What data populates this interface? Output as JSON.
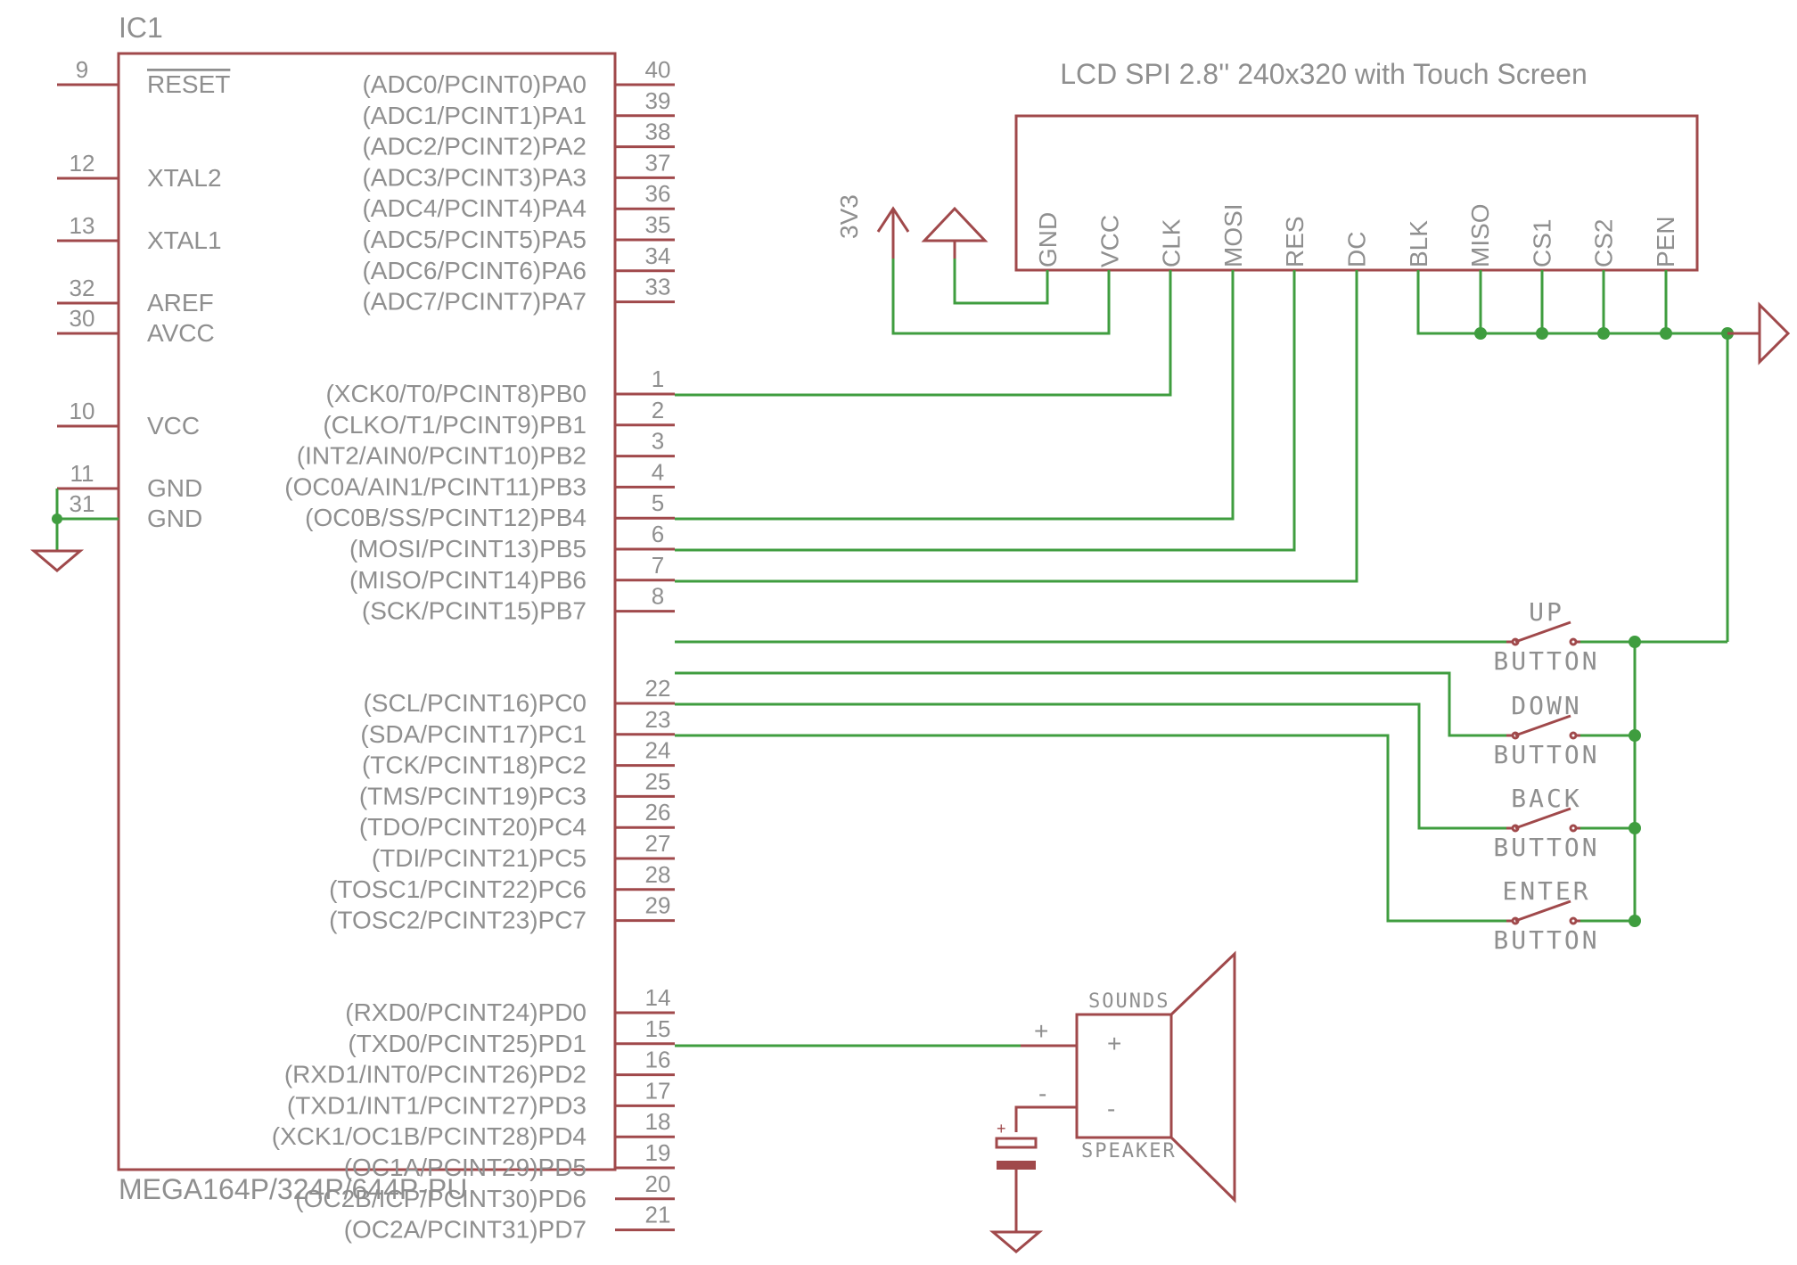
{
  "ic": {
    "ref": "IC1",
    "part": "MEGA164P/324P/644P-PU",
    "left_pins": [
      {
        "num": "9",
        "name": "RESET",
        "overline": true
      },
      {
        "num": "12",
        "name": "XTAL2"
      },
      {
        "num": "13",
        "name": "XTAL1"
      },
      {
        "num": "32",
        "name": "AREF"
      },
      {
        "num": "30",
        "name": "AVCC"
      },
      {
        "num": "10",
        "name": "VCC"
      },
      {
        "num": "11",
        "name": "GND"
      },
      {
        "num": "31",
        "name": "GND"
      }
    ],
    "right_pins": [
      {
        "num": "40",
        "name": "(ADC0/PCINT0)PA0"
      },
      {
        "num": "39",
        "name": "(ADC1/PCINT1)PA1"
      },
      {
        "num": "38",
        "name": "(ADC2/PCINT2)PA2"
      },
      {
        "num": "37",
        "name": "(ADC3/PCINT3)PA3"
      },
      {
        "num": "36",
        "name": "(ADC4/PCINT4)PA4"
      },
      {
        "num": "35",
        "name": "(ADC5/PCINT5)PA5"
      },
      {
        "num": "34",
        "name": "(ADC6/PCINT6)PA6"
      },
      {
        "num": "33",
        "name": "(ADC7/PCINT7)PA7"
      },
      {
        "num": "1",
        "name": "(XCK0/T0/PCINT8)PB0"
      },
      {
        "num": "2",
        "name": "(CLKO/T1/PCINT9)PB1"
      },
      {
        "num": "3",
        "name": "(INT2/AIN0/PCINT10)PB2"
      },
      {
        "num": "4",
        "name": "(OC0A/AIN1/PCINT11)PB3"
      },
      {
        "num": "5",
        "name": "(OC0B/SS/PCINT12)PB4"
      },
      {
        "num": "6",
        "name": "(MOSI/PCINT13)PB5"
      },
      {
        "num": "7",
        "name": "(MISO/PCINT14)PB6"
      },
      {
        "num": "8",
        "name": "(SCK/PCINT15)PB7"
      },
      {
        "num": "22",
        "name": "(SCL/PCINT16)PC0"
      },
      {
        "num": "23",
        "name": "(SDA/PCINT17)PC1"
      },
      {
        "num": "24",
        "name": "(TCK/PCINT18)PC2"
      },
      {
        "num": "25",
        "name": "(TMS/PCINT19)PC3"
      },
      {
        "num": "26",
        "name": "(TDO/PCINT20)PC4"
      },
      {
        "num": "27",
        "name": "(TDI/PCINT21)PC5"
      },
      {
        "num": "28",
        "name": "(TOSC1/PCINT22)PC6"
      },
      {
        "num": "29",
        "name": "(TOSC2/PCINT23)PC7"
      },
      {
        "num": "14",
        "name": "(RXD0/PCINT24)PD0"
      },
      {
        "num": "15",
        "name": "(TXD0/PCINT25)PD1"
      },
      {
        "num": "16",
        "name": "(RXD1/INT0/PCINT26)PD2"
      },
      {
        "num": "17",
        "name": "(TXD1/INT1/PCINT27)PD3"
      },
      {
        "num": "18",
        "name": "(XCK1/OC1B/PCINT28)PD4"
      },
      {
        "num": "19",
        "name": "(OC1A/PCINT29)PD5"
      },
      {
        "num": "20",
        "name": "(OC2B/ICP/PCINT30)PD6"
      },
      {
        "num": "21",
        "name": "(OC2A/PCINT31)PD7"
      }
    ]
  },
  "lcd": {
    "title": "LCD SPI 2.8'' 240x320 with Touch Screen",
    "pins": [
      "GND",
      "VCC",
      "CLK",
      "MOSI",
      "RES",
      "DC",
      "BLK",
      "MISO",
      "CS1",
      "CS2",
      "PEN"
    ]
  },
  "supply": {
    "label": "3V3"
  },
  "buttons": [
    {
      "name": "UP",
      "label2": "BUTTON"
    },
    {
      "name": "DOWN",
      "label2": "BUTTON"
    },
    {
      "name": "BACK",
      "label2": "BUTTON"
    },
    {
      "name": "ENTER",
      "label2": "BUTTON"
    }
  ],
  "speaker": {
    "top_label": "SOUNDS",
    "bottom_label": "SPEAKER",
    "plus": "+",
    "minus": "-",
    "pin_plus": "+",
    "pin_minus": "-",
    "cap_plus": "+"
  },
  "colors": {
    "part": "#a0494b",
    "wire": "#3f9d3f",
    "text": "#8f8f8f"
  }
}
